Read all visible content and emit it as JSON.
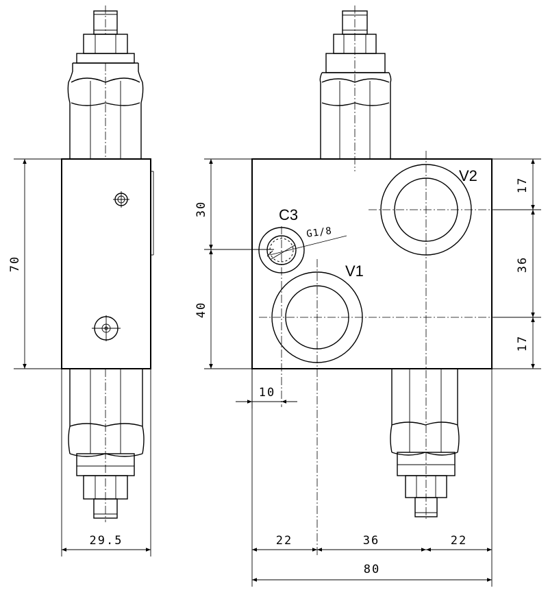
{
  "port_labels": {
    "v2": "V2",
    "v1": "V1",
    "c3": "C3",
    "thread": "G1/8"
  },
  "side_view": {
    "height": "70",
    "width": "29.5"
  },
  "front_view": {
    "top_offset": "30",
    "lower_offset": "40",
    "c3_offset": "10",
    "right_top": "17",
    "right_mid": "36",
    "right_bottom": "17",
    "bottom_left": "22",
    "bottom_mid": "36",
    "bottom_right": "22",
    "overall": "80"
  }
}
